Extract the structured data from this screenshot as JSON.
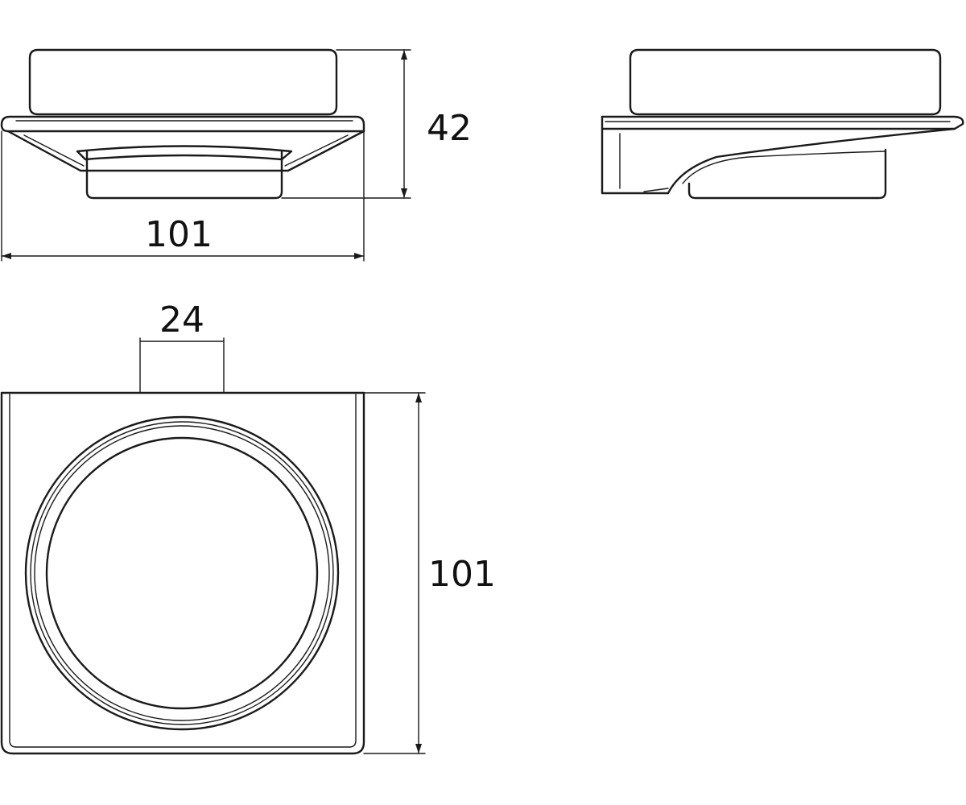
{
  "dimensions": {
    "front_height": "42",
    "front_width": "101",
    "top_offset": "24",
    "top_depth": "101"
  },
  "colors": {
    "line": "#1a1a1a",
    "text": "#111111",
    "background": "#ffffff"
  }
}
